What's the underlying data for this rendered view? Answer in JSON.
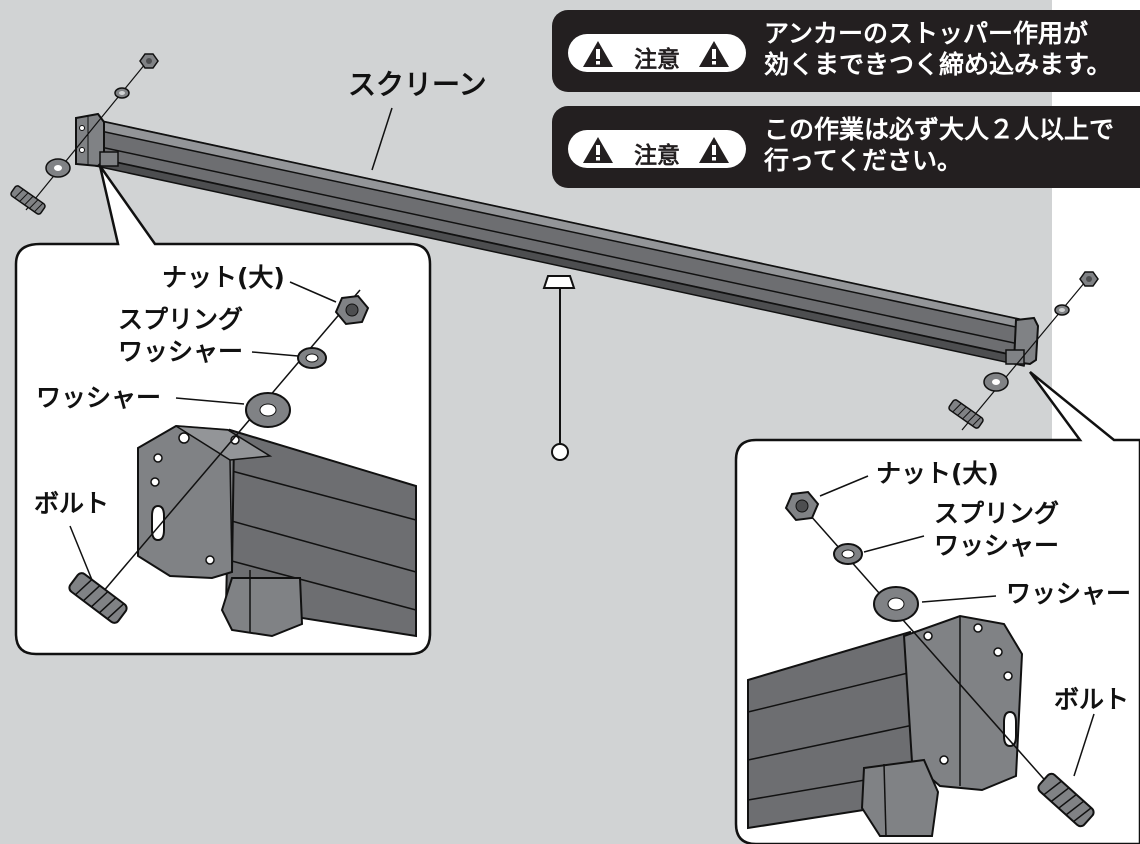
{
  "cautions": [
    {
      "badge": "注意",
      "line1": "アンカーのストッパー作用が",
      "line2": "効くまできつく締め込みます。"
    },
    {
      "badge": "注意",
      "line1": "この作業は必ず大人２人以上で",
      "line2": "行ってください。"
    }
  ],
  "labels": {
    "screen": "スクリーン",
    "left": {
      "nut": "ナット(大)",
      "spring_washer_1": "スプリング",
      "spring_washer_2": "ワッシャー",
      "washer": "ワッシャー",
      "bolt": "ボルト"
    },
    "right": {
      "nut": "ナット(大)",
      "spring_washer_1": "スプリング",
      "spring_washer_2": "ワッシャー",
      "washer": "ワッシャー",
      "bolt": "ボルト"
    }
  },
  "icons": {
    "caution": "warning-triangle-icon"
  },
  "colors": {
    "wall": "#d1d3d4",
    "caution_bg": "#231f20",
    "metal": "#6d6e71",
    "metal_dark": "#4d4e50",
    "metal_light": "#939598"
  }
}
